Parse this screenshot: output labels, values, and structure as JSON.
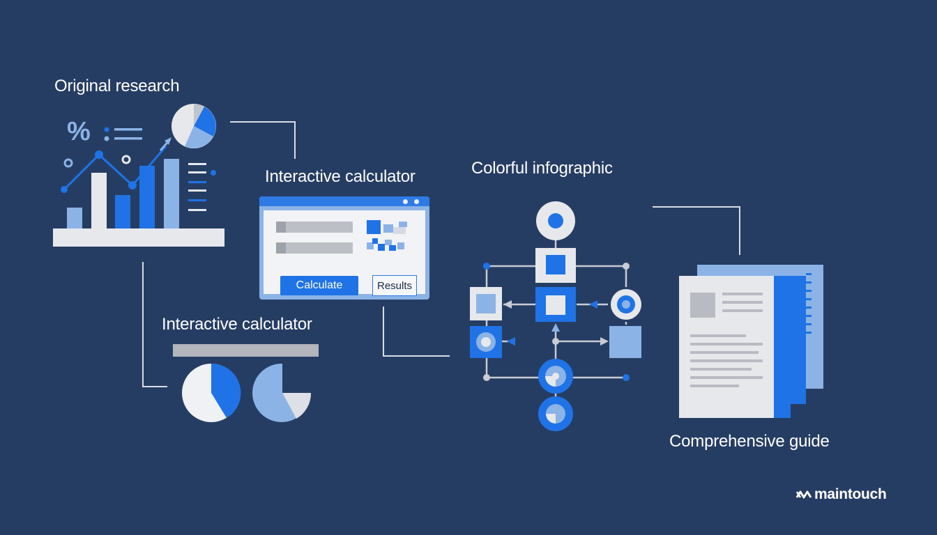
{
  "labels": {
    "original_research": "Original research",
    "interactive_calculator_top": "Interactive calculator",
    "interactive_calculator_bottom": "Interactive calculator",
    "colorful_infographic": "Colorful infographic",
    "comprehensive_guide": "Comprehensive guide"
  },
  "research_panel": {
    "percent_symbol": "%"
  },
  "calculator": {
    "calculate_label": "Calculate",
    "results_label": "Results"
  },
  "brand": {
    "name": "maintouch"
  },
  "colors": {
    "background": "#263d63",
    "accent_blue": "#1f73e6",
    "light_blue": "#8bb3e6",
    "light_gray": "#e6e8ec",
    "connector": "#d9dde6"
  }
}
